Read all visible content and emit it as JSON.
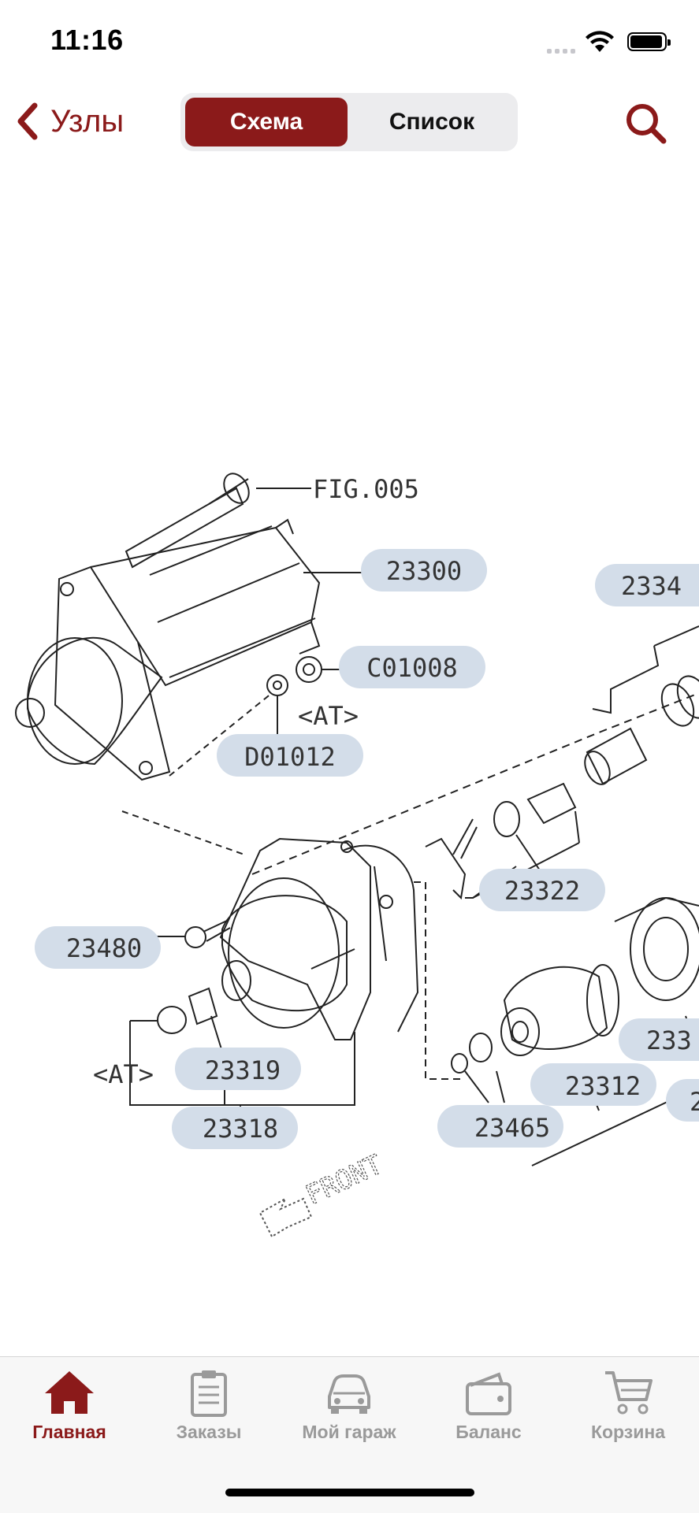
{
  "status": {
    "time": "11:16"
  },
  "nav": {
    "back_label": "Узлы",
    "segments": [
      "Схема",
      "Список"
    ],
    "active_segment": "Схема"
  },
  "diagram": {
    "labels": {
      "fig": "FIG.005",
      "at_top": "<AT>",
      "at_bottom": "<AT>",
      "front": "FRONT"
    },
    "callouts": [
      "23300",
      "C01008",
      "D01012",
      "2334",
      "23322",
      "23480",
      "23319",
      "23318",
      "23312",
      "23465",
      "233",
      "2"
    ]
  },
  "tabs": [
    {
      "label": "Главная",
      "icon": "home-icon"
    },
    {
      "label": "Заказы",
      "icon": "clipboard-icon"
    },
    {
      "label": "Мой гараж",
      "icon": "car-icon"
    },
    {
      "label": "Баланс",
      "icon": "wallet-icon"
    },
    {
      "label": "Корзина",
      "icon": "cart-icon"
    }
  ],
  "colors": {
    "accent": "#8b1a1a",
    "callout_bg": "#d3dde9",
    "inactive_tab": "#9a9a9a"
  }
}
